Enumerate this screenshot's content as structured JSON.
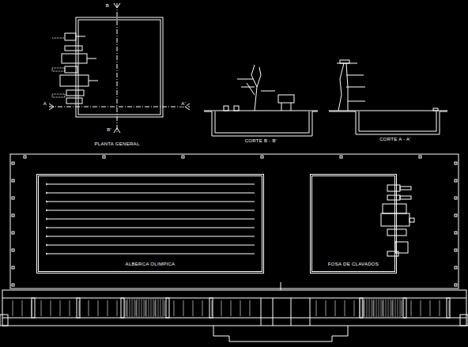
{
  "diagram": {
    "nodes": [
      {
        "text": [
          "ALBERCA OLIMPICA"
        ]
      },
      {
        "text": [
          "FOSA DE CLAVADOS"
        ]
      }
    ],
    "labels": [
      "PLANTA GENERAL",
      "CORTE B - B'",
      "CORTE A - A'",
      "B",
      "B'",
      "A",
      "A'"
    ]
  }
}
